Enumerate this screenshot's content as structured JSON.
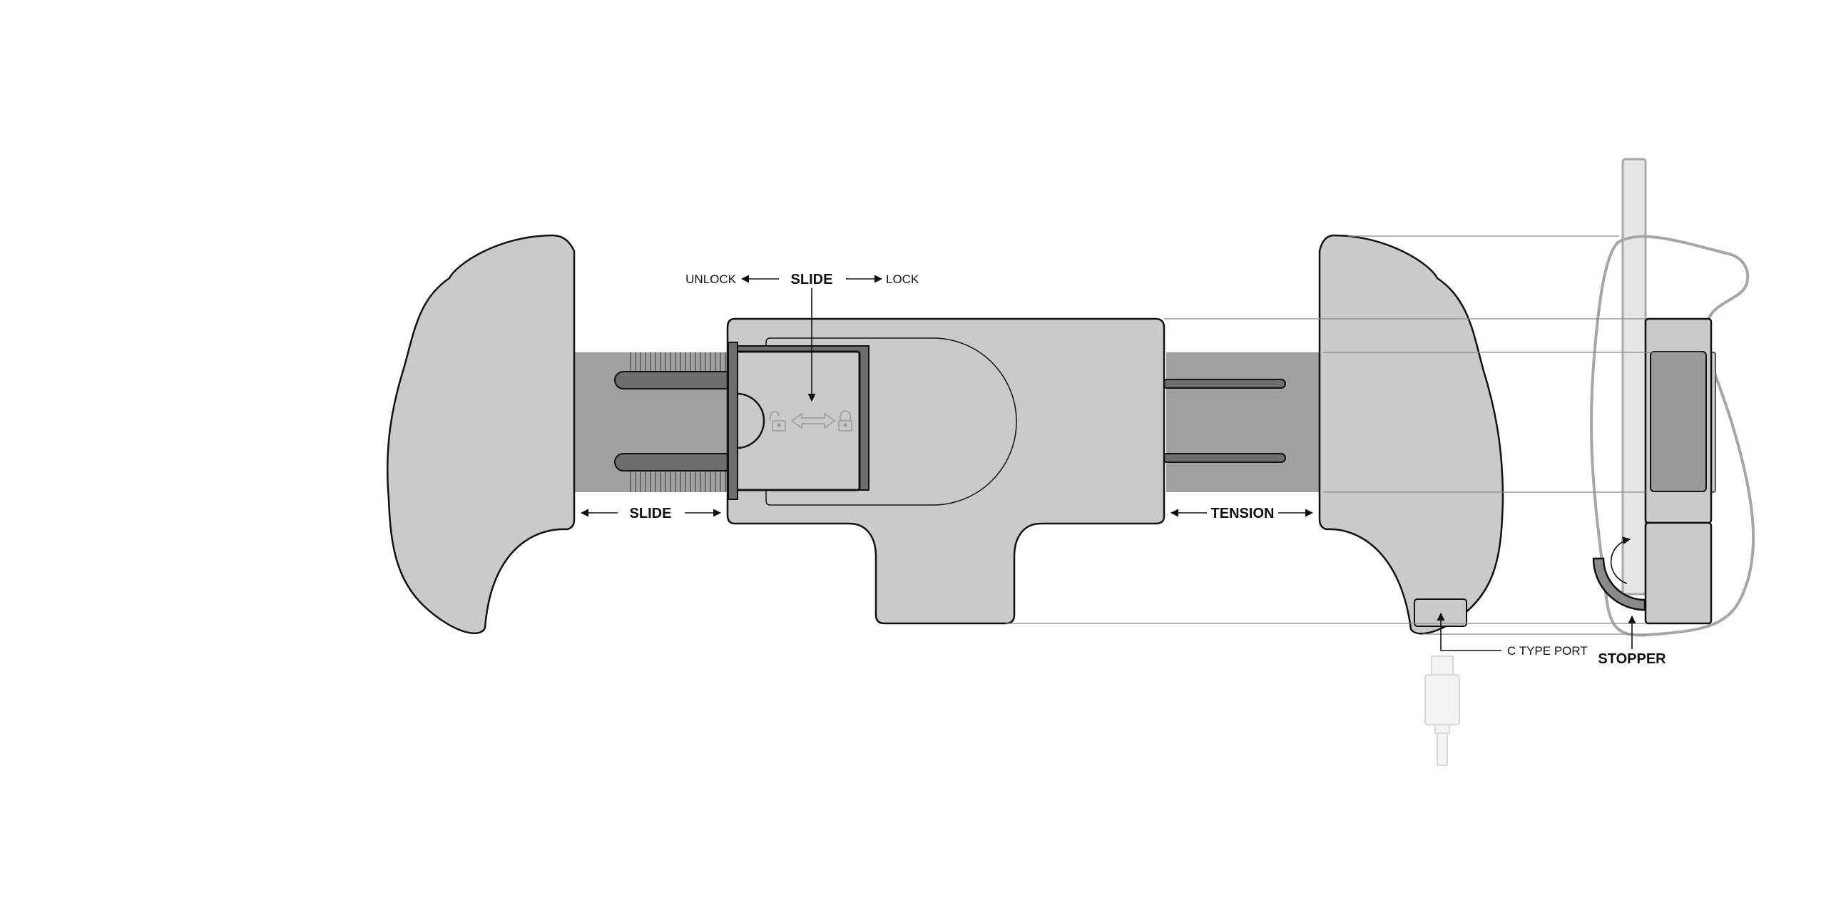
{
  "labels": {
    "slide_top": "SLIDE",
    "unlock": "UNLOCK",
    "lock": "LOCK",
    "slide_bottom": "SLIDE",
    "tension": "TENSION",
    "c_type_port": "C TYPE PORT",
    "stopper": "STOPPER"
  },
  "colors": {
    "body": "#c9caca",
    "rail": "#a0a0a0",
    "dark": "#6e6e6e",
    "outline": "#111111",
    "ghost": "#a6a6a6",
    "cable": "#f3f3f3"
  },
  "icons": [
    "unlock-icon",
    "double-arrow-icon",
    "lock-icon",
    "rotate-arrow-icon"
  ]
}
